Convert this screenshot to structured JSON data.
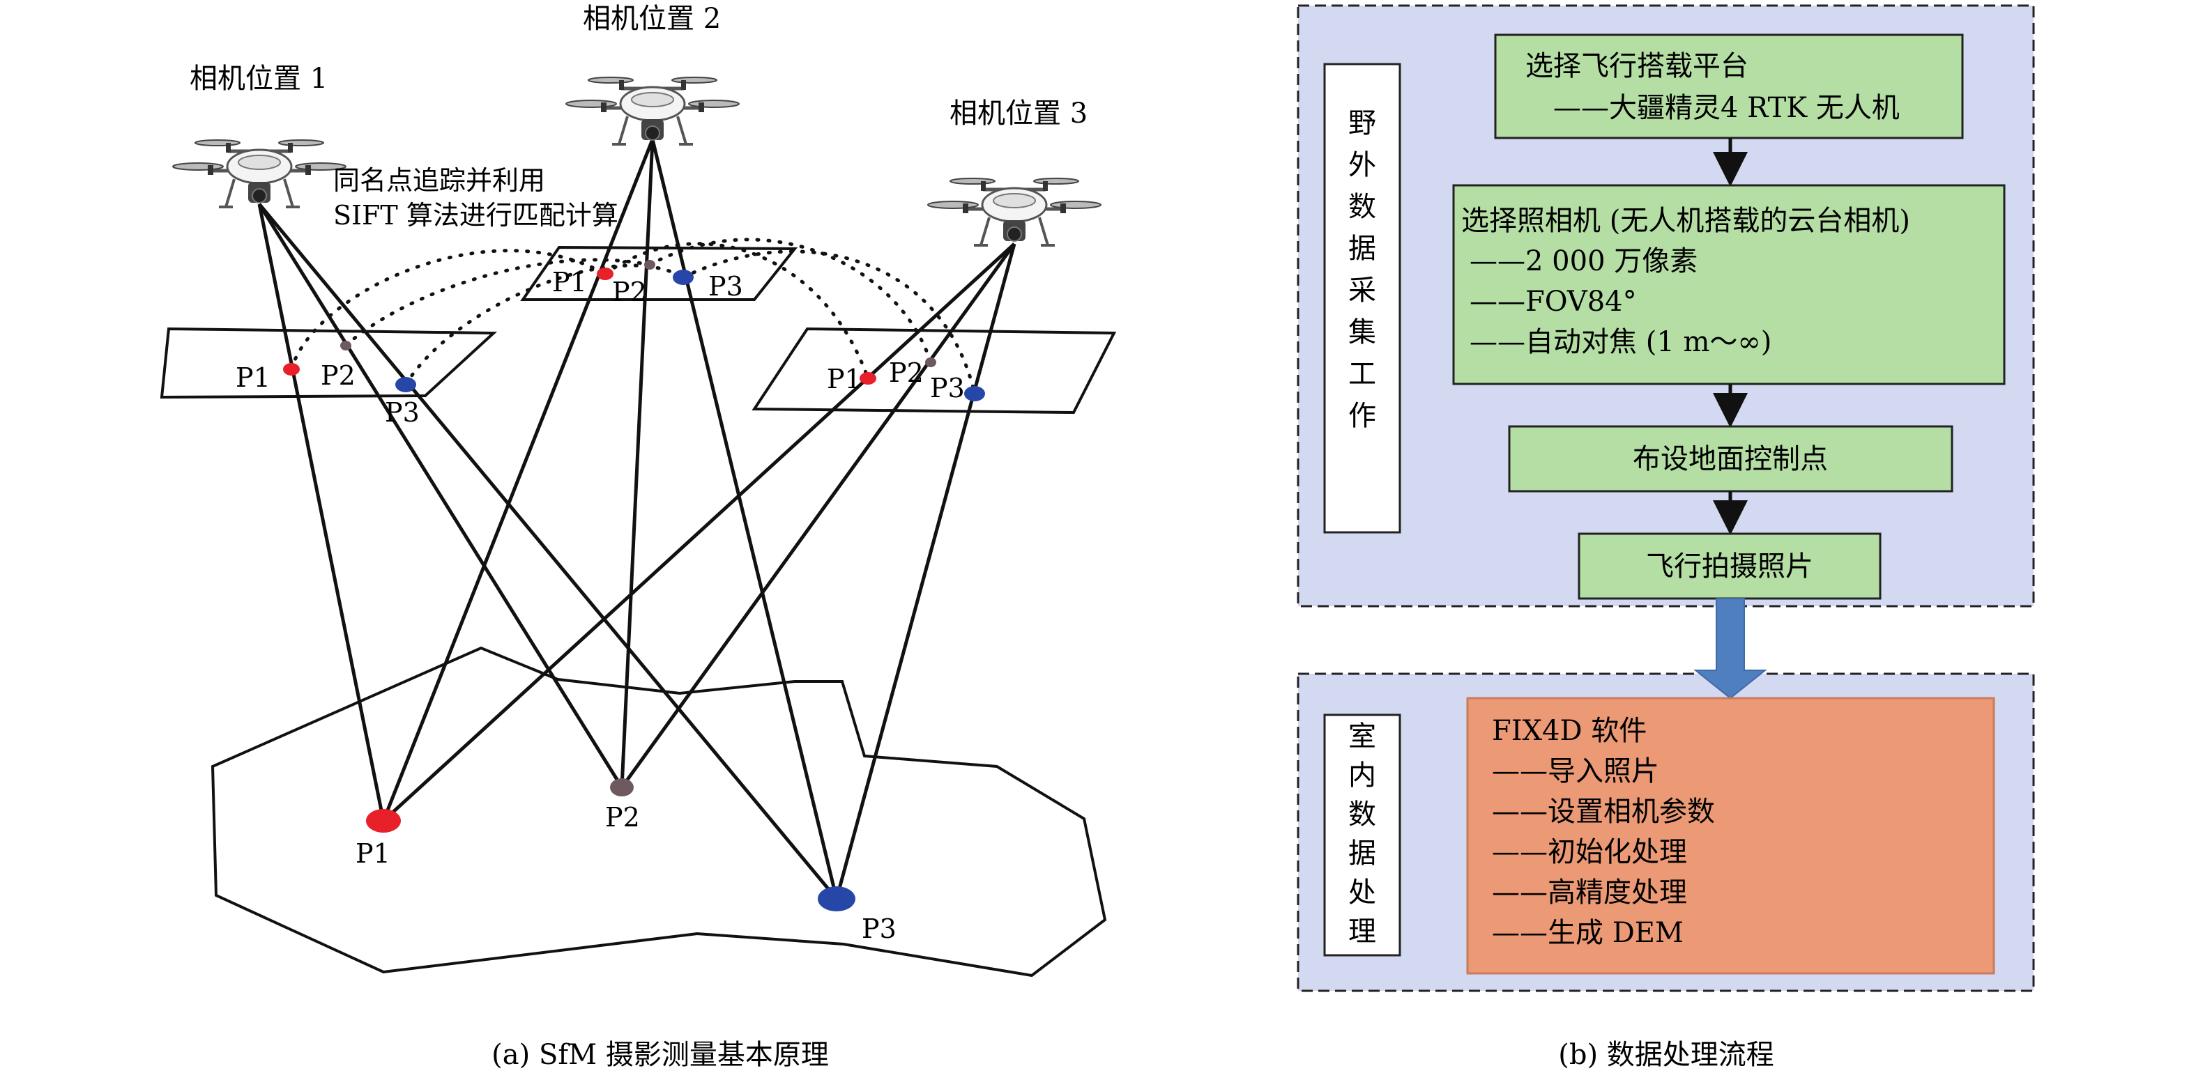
{
  "diagram_a": {
    "caption": "(a) SfM 摄影测量基本原理",
    "cameras": [
      "相机位置 1",
      "相机位置 2",
      "相机位置 3"
    ],
    "annotation": [
      "同名点追踪并利用",
      "SIFT 算法进行匹配计算"
    ],
    "point_labels": [
      "P1",
      "P2",
      "P3"
    ],
    "point_colors": {
      "P1": "#e8202a",
      "P2": "#6e5a5e",
      "P3": "#2747a8"
    }
  },
  "diagram_b": {
    "caption": "(b) 数据处理流程",
    "field_label": [
      "野",
      "外",
      "数",
      "据",
      "采",
      "集",
      "工",
      "作"
    ],
    "indoor_label": [
      "室",
      "内",
      "数",
      "据",
      "处",
      "理"
    ],
    "box1": [
      "选择飞行搭载平台",
      "——大疆精灵4 RTK 无人机"
    ],
    "box2": [
      "选择照相机 (无人机搭载的云台相机)",
      "——2 000 万像素",
      "——FOV84°",
      "——自动对焦 (1 m～∞)"
    ],
    "box3": "布设地面控制点",
    "box4": "飞行拍摄照片",
    "box5": [
      "FIX4D 软件",
      "——导入照片",
      "——设置相机参数",
      "——初始化处理",
      "——高精度处理",
      "——生成 DEM"
    ],
    "colors": {
      "panel": "#d4d9f2",
      "green": "#b5dea5",
      "orange": "#ec9a76",
      "arrow": "#4f7fbe"
    }
  }
}
